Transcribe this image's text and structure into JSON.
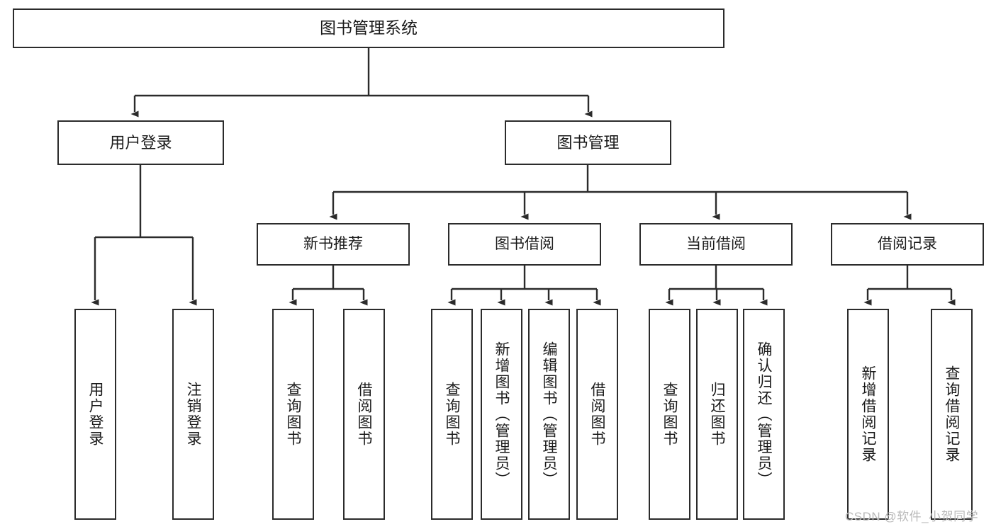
{
  "diagram": {
    "title": "图书管理系统",
    "type": "tree-hierarchy",
    "colors": {
      "stroke": "#2b2b2b",
      "fill": "#ffffff",
      "text": "#1a1a1a",
      "watermark": "#b9b9b9"
    },
    "root": {
      "label": "图书管理系统"
    },
    "level2": [
      {
        "label": "用户登录"
      },
      {
        "label": "图书管理"
      }
    ],
    "level3": [
      {
        "label": "新书推荐"
      },
      {
        "label": "图书借阅"
      },
      {
        "label": "当前借阅"
      },
      {
        "label": "借阅记录"
      }
    ],
    "leaves": {
      "user_login": [
        {
          "label": "用户登录"
        },
        {
          "label": "注销登录"
        }
      ],
      "new_book_rec": [
        {
          "label": "查询图书"
        },
        {
          "label": "借阅图书"
        }
      ],
      "book_borrow": [
        {
          "label": "查询图书"
        },
        {
          "label": "新增图书（管理员）"
        },
        {
          "label": "编辑图书（管理员）"
        },
        {
          "label": "借阅图书"
        }
      ],
      "current_borrow": [
        {
          "label": "查询图书"
        },
        {
          "label": "归还图书"
        },
        {
          "label": "确认归还（管理员）"
        }
      ],
      "borrow_record": [
        {
          "label": "新增借阅记录"
        },
        {
          "label": "查询借阅记录"
        }
      ]
    }
  },
  "watermark": {
    "text": "CSDN @软件_小贺同学"
  }
}
